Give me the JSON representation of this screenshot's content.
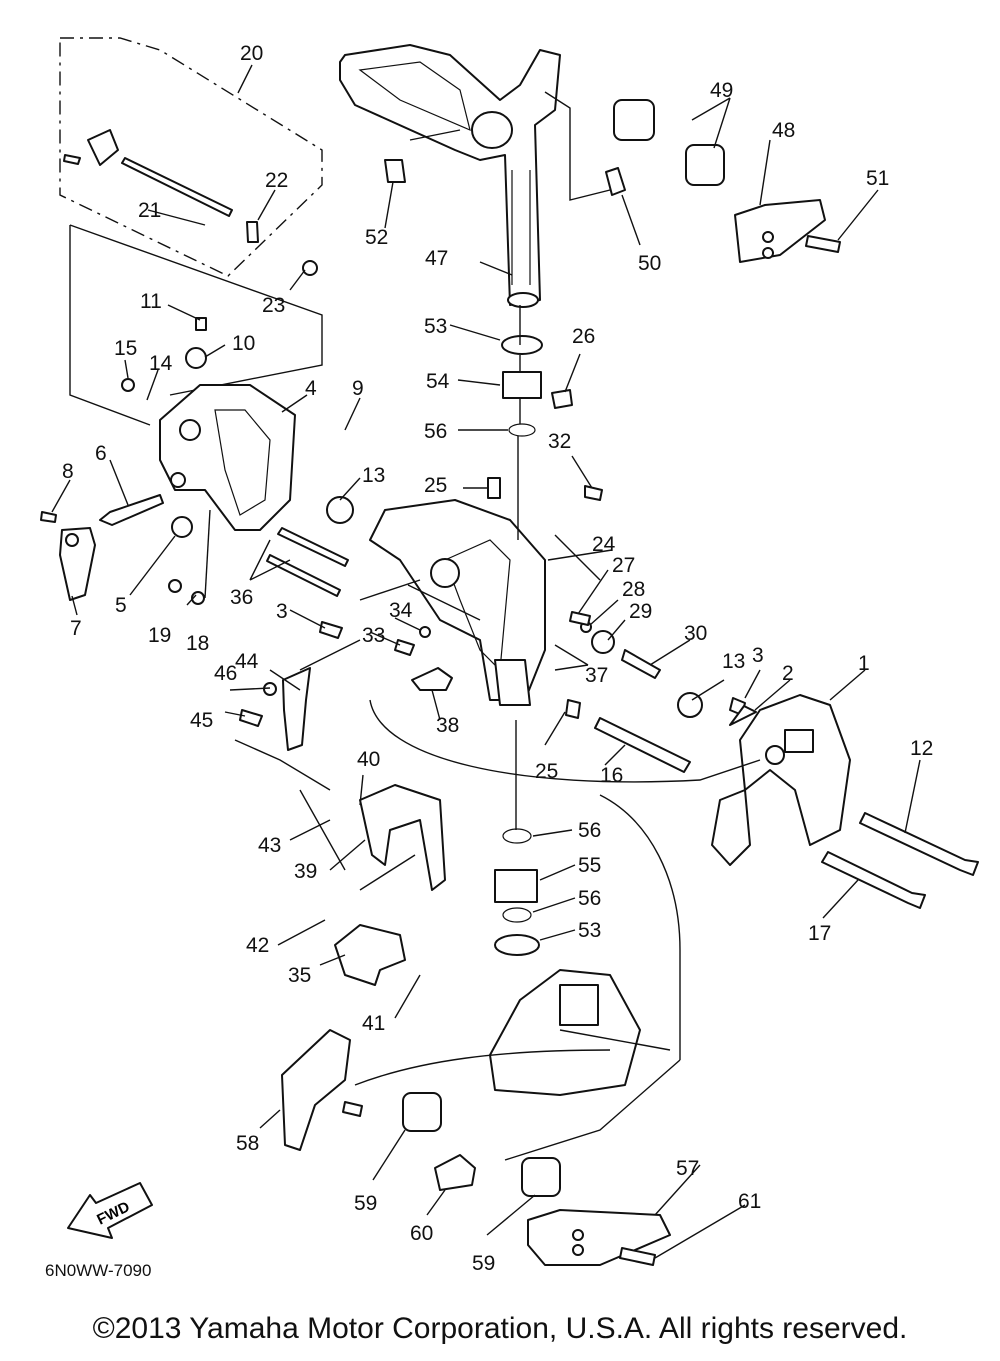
{
  "diagram": {
    "drawing_code": "6N0WW-7090",
    "fwd_label": "FWD",
    "part_labels": [
      "1",
      "2",
      "3",
      "3",
      "4",
      "5",
      "6",
      "7",
      "8",
      "9",
      "10",
      "11",
      "12",
      "13",
      "13",
      "14",
      "15",
      "16",
      "17",
      "18",
      "19",
      "20",
      "21",
      "22",
      "23",
      "24",
      "25",
      "25",
      "26",
      "27",
      "28",
      "29",
      "30",
      "32",
      "33",
      "34",
      "35",
      "36",
      "37",
      "38",
      "39",
      "40",
      "41",
      "42",
      "43",
      "44",
      "45",
      "46",
      "47",
      "48",
      "49",
      "50",
      "51",
      "52",
      "53",
      "53",
      "54",
      "55",
      "56",
      "56",
      "56",
      "57",
      "58",
      "59",
      "59",
      "60",
      "61"
    ]
  },
  "footer": {
    "copyright": "©2013 Yamaha Motor Corporation, U.S.A. All rights reserved."
  }
}
